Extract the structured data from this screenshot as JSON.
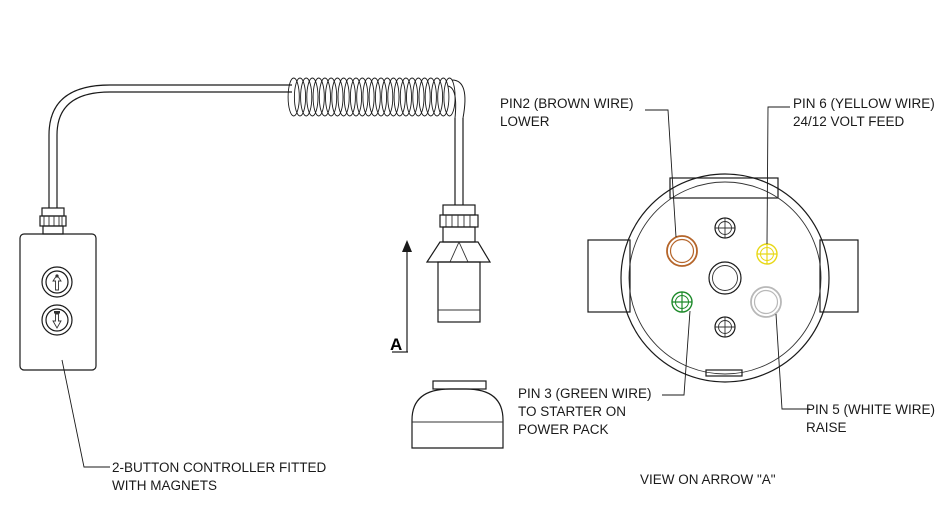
{
  "labels": {
    "controller_line1": "2-BUTTON CONTROLLER FITTED",
    "controller_line2": "WITH MAGNETS",
    "arrow_letter": "A",
    "pin2_line1": "PIN2 (BROWN WIRE)",
    "pin2_line2": "LOWER",
    "pin6_line1": "PIN 6 (YELLOW WIRE)",
    "pin6_line2": "24/12 VOLT FEED",
    "pin3_line1": "PIN 3 (GREEN WIRE)",
    "pin3_line2": "TO STARTER ON",
    "pin3_line3": "POWER PACK",
    "pin5_line1": "PIN 5 (WHITE WIRE)",
    "pin5_line2": "RAISE",
    "view_caption": "VIEW ON ARROW \"A\""
  },
  "colors": {
    "brown_pin": "#b5652a",
    "yellow_pin": "#e8d817",
    "green_pin": "#1d8a2a",
    "white_pin": "#b8b8b8",
    "line": "#1a1a1a"
  },
  "icons": {
    "up_button": "up-arrow-icon",
    "down_button": "down-arrow-icon"
  }
}
